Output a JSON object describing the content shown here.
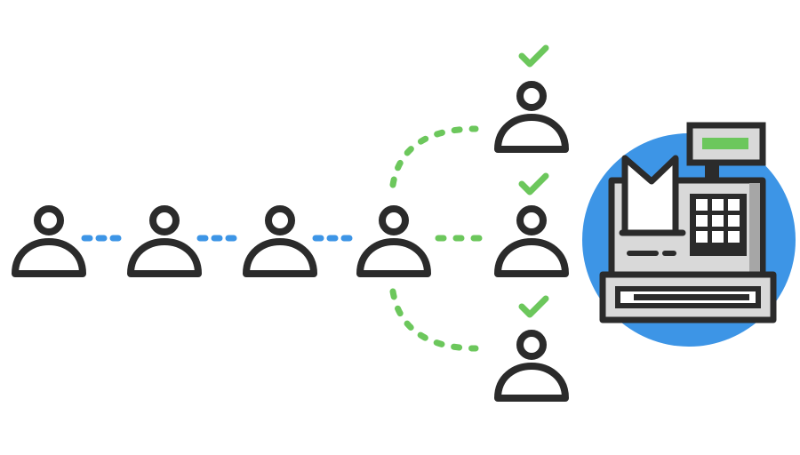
{
  "colors": {
    "outline": "#2b2b2b",
    "queue_connector": "#3d95e6",
    "served_connector": "#6cc75c",
    "checkmark": "#6cc75c",
    "register_badge": "#3d95e6",
    "register_body": "#d9d9d9",
    "register_display": "#6cc75c",
    "background": "#ffffff"
  },
  "diagram": {
    "queue": {
      "people": [
        {
          "icon": "person-icon",
          "role": "waiting"
        },
        {
          "icon": "person-icon",
          "role": "waiting"
        },
        {
          "icon": "person-icon",
          "role": "waiting"
        },
        {
          "icon": "person-icon",
          "role": "waiting"
        }
      ],
      "connector_style": "dotted"
    },
    "served": {
      "people": [
        {
          "icon": "person-icon",
          "status_icon": "checkmark-icon"
        },
        {
          "icon": "person-icon",
          "status_icon": "checkmark-icon"
        },
        {
          "icon": "person-icon",
          "status_icon": "checkmark-icon"
        }
      ],
      "connector_style": "dotted"
    },
    "register": {
      "icon": "cash-register-icon",
      "badge": "circle"
    }
  }
}
